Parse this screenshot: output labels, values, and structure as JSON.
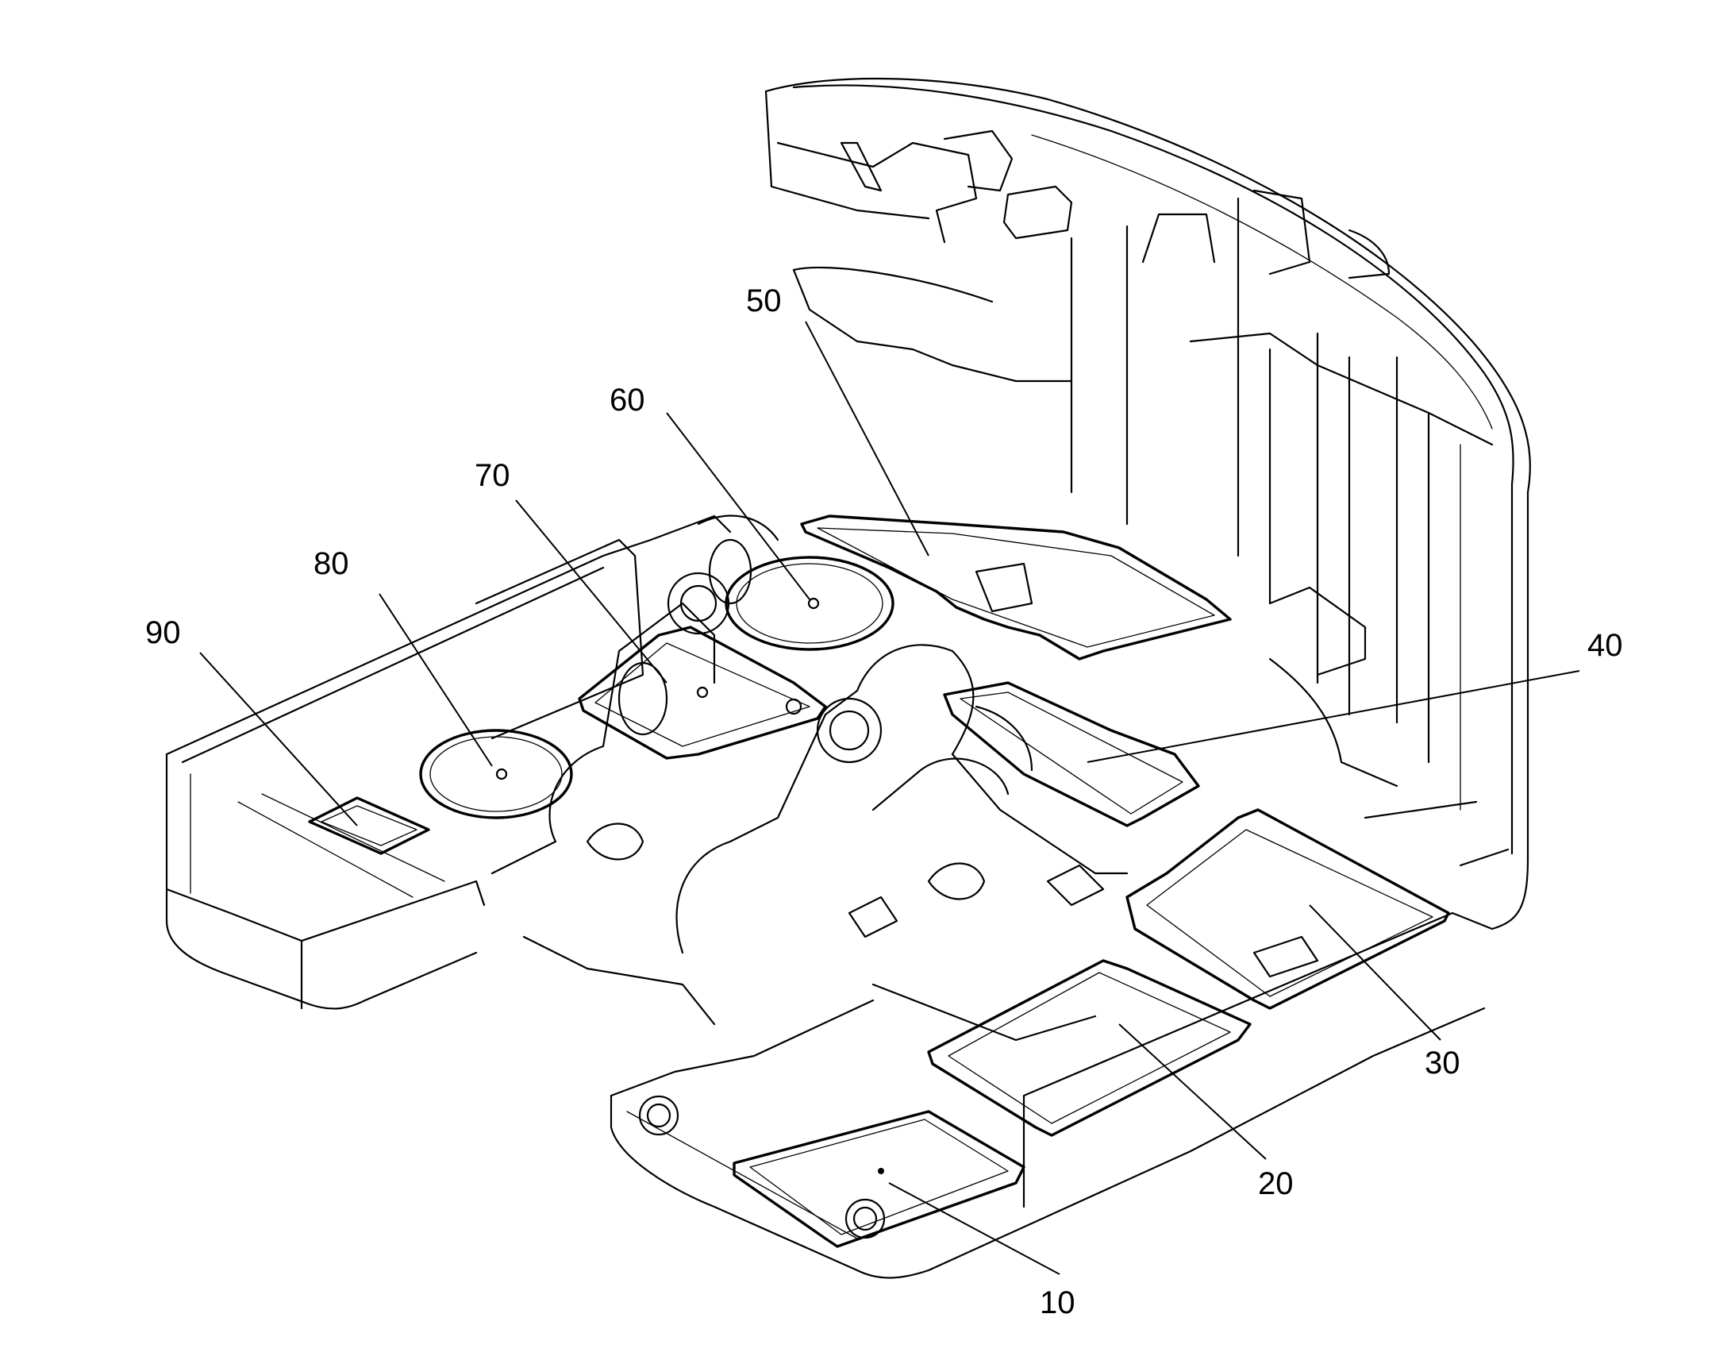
{
  "reference_numerals": [
    {
      "id": "10",
      "text": "10",
      "part": "floor-plate"
    },
    {
      "id": "20",
      "text": "20",
      "part": "floor-plate"
    },
    {
      "id": "30",
      "text": "30",
      "part": "floor-plate"
    },
    {
      "id": "40",
      "text": "40",
      "part": "floor-plate"
    },
    {
      "id": "50",
      "text": "50",
      "part": "floor-plate"
    },
    {
      "id": "60",
      "text": "60",
      "part": "circular-cover"
    },
    {
      "id": "70",
      "text": "70",
      "part": "floor-plate"
    },
    {
      "id": "80",
      "text": "80",
      "part": "circular-cover"
    },
    {
      "id": "90",
      "text": "90",
      "part": "small-plate"
    }
  ],
  "colors": {
    "line": "#000000",
    "background": "#ffffff"
  }
}
